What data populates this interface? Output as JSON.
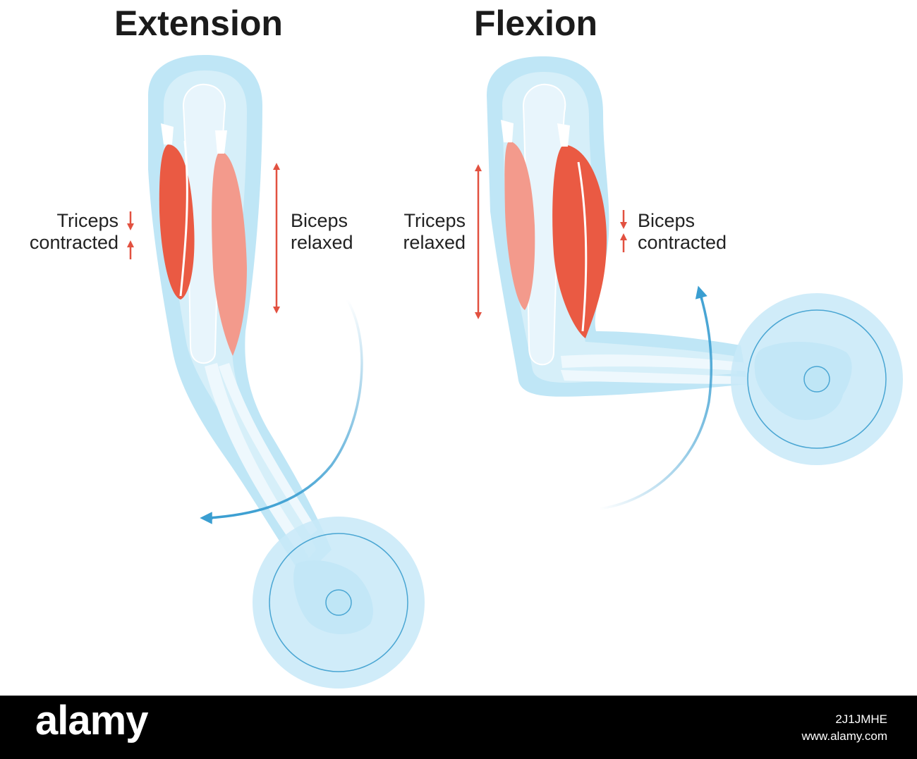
{
  "diagram": {
    "extension": {
      "title": "Extension",
      "triceps_label": [
        "Triceps",
        "contracted"
      ],
      "biceps_label": [
        "Biceps",
        "relaxed"
      ]
    },
    "flexion": {
      "title": "Flexion",
      "triceps_label": [
        "Triceps",
        "relaxed"
      ],
      "biceps_label": [
        "Biceps",
        "contracted"
      ]
    }
  },
  "footer": {
    "logo": "alamy",
    "image_id": "2J1JMHE",
    "site": "www.alamy.com"
  },
  "colors": {
    "skin_outer": "#bfe6f6",
    "skin_inner": "#d6eff9",
    "bone": "#e8f5fc",
    "muscle_contracted": "#ea5a43",
    "muscle_relaxed": "#f39a8c",
    "red_arrow": "#e25140",
    "blue_arrow": "#3a9ed1",
    "weight_plate": "#c8e9f8",
    "footer": "#000000"
  }
}
